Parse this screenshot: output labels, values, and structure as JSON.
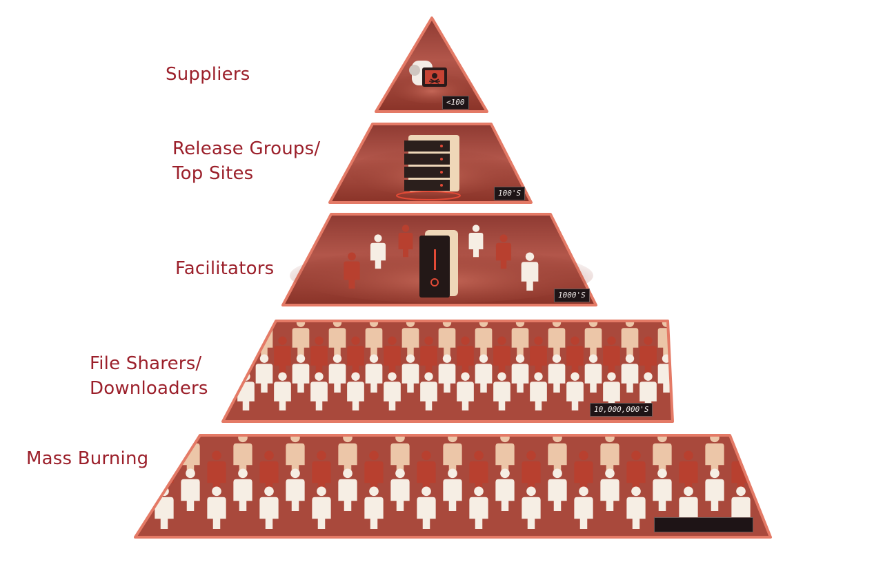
{
  "tiers": [
    {
      "label_lines": [
        "Suppliers"
      ],
      "count": "<100",
      "icon": "camera-tablet-skull-icon"
    },
    {
      "label_lines": [
        "Release Groups/",
        "Top Sites"
      ],
      "count": "100'S",
      "icon": "server-stack-icon"
    },
    {
      "label_lines": [
        "Facilitators"
      ],
      "count": "1000'S",
      "icon": "server-with-people-icon"
    },
    {
      "label_lines": [
        "File Sharers/",
        "Downloaders"
      ],
      "count": "10,000,000'S",
      "icon": "crowd-icon"
    },
    {
      "label_lines": [
        "Mass Burning"
      ],
      "count": "",
      "icon": "crowd-icon"
    }
  ],
  "colors": {
    "label": "#9b1f2a",
    "tier_fill": "#a9493c",
    "tier_edge": "#e47a66",
    "person_light": "#f6eee4",
    "person_red": "#b8402f",
    "badge": "#1e1416"
  }
}
